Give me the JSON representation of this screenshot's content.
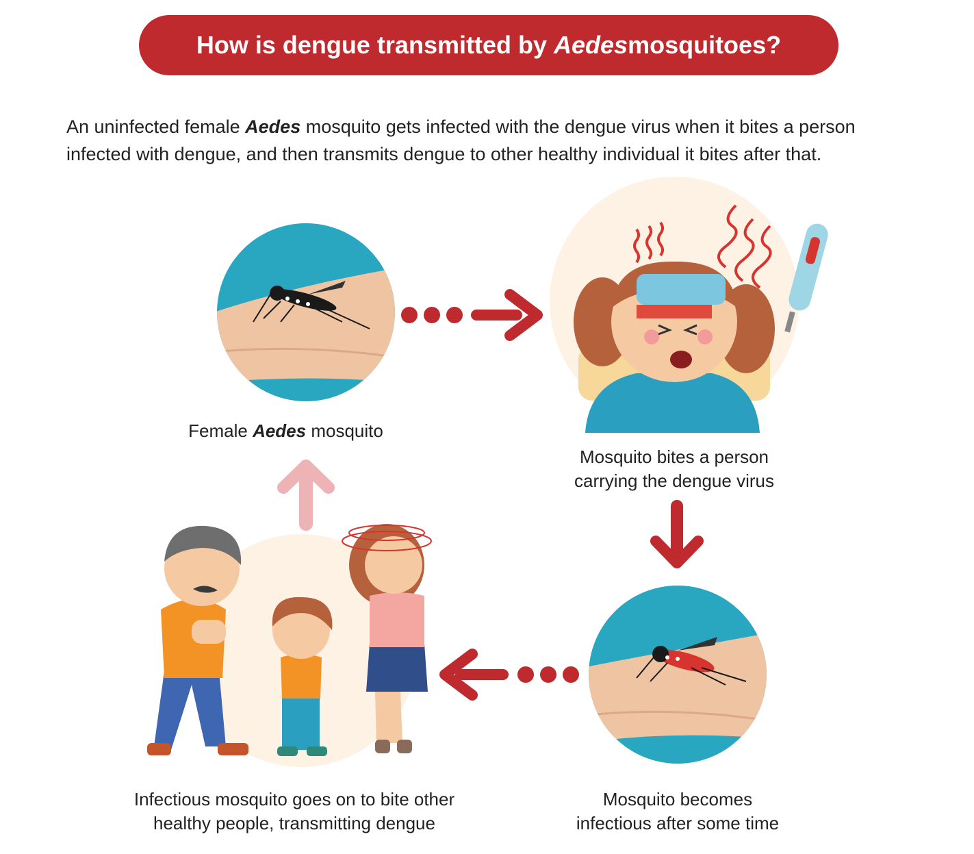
{
  "title": {
    "before": "How is dengue transmitted by ",
    "italic": "Aedes",
    "after": " mosquitoes?"
  },
  "intro": {
    "before": "An uninfected female ",
    "italic": "Aedes",
    "after": " mosquito gets infected with the dengue virus when it bites a person infected with dengue, and then transmits dengue to other healthy individual it bites after that."
  },
  "steps": {
    "step1": {
      "before": "Female ",
      "italic": "Aedes",
      "after": " mosquito"
    },
    "step2": {
      "line1": "Mosquito bites a person",
      "line2": "carrying the dengue virus"
    },
    "step3": {
      "line1": "Mosquito becomes",
      "line2": "infectious after some time"
    },
    "step4": {
      "line1": "Infectious mosquito goes on to bite other",
      "line2": "healthy people, transmitting dengue"
    }
  },
  "colors": {
    "brand_red": "#be2a2e",
    "arrow_pale": "#eeb3b5",
    "teal": "#29a7c0",
    "skin": "#eec4a3"
  }
}
